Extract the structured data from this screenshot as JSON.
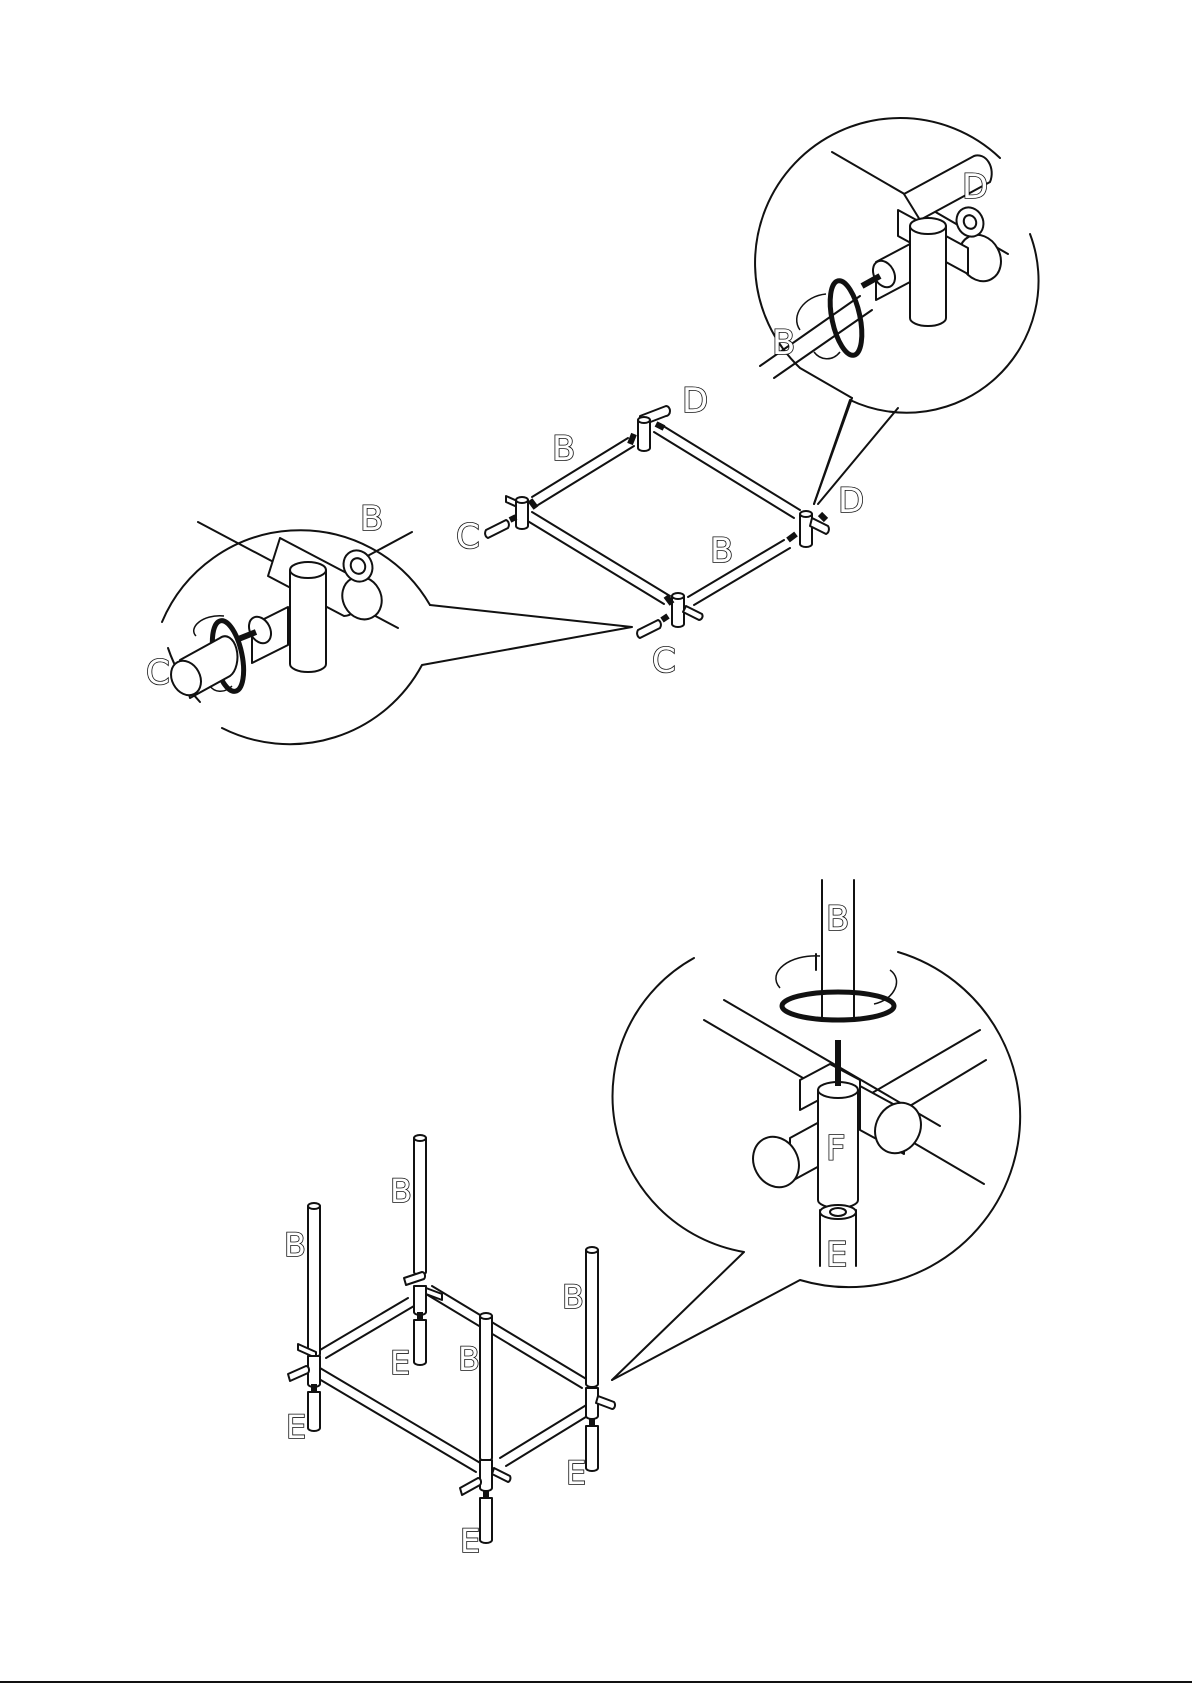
{
  "step1": {
    "labels": {
      "b_top": "B",
      "b_right": "B",
      "c_left": "C",
      "c_bottom": "C",
      "d_top": "D",
      "d_right": "D"
    },
    "zoom_left": {
      "label_part": "B",
      "label_end": "C"
    },
    "zoom_right": {
      "label_part": "D",
      "label_end": "B"
    }
  },
  "step2": {
    "labels": {
      "b_1": "B",
      "b_2": "B",
      "b_3": "B",
      "b_4": "B",
      "e_1": "E",
      "e_2": "E",
      "e_3": "E",
      "e_4": "E"
    },
    "zoom": {
      "label_top": "B",
      "label_mid": "F",
      "label_bottom": "E"
    }
  },
  "colors": {
    "ink": "#111111",
    "paper": "#ffffff"
  }
}
